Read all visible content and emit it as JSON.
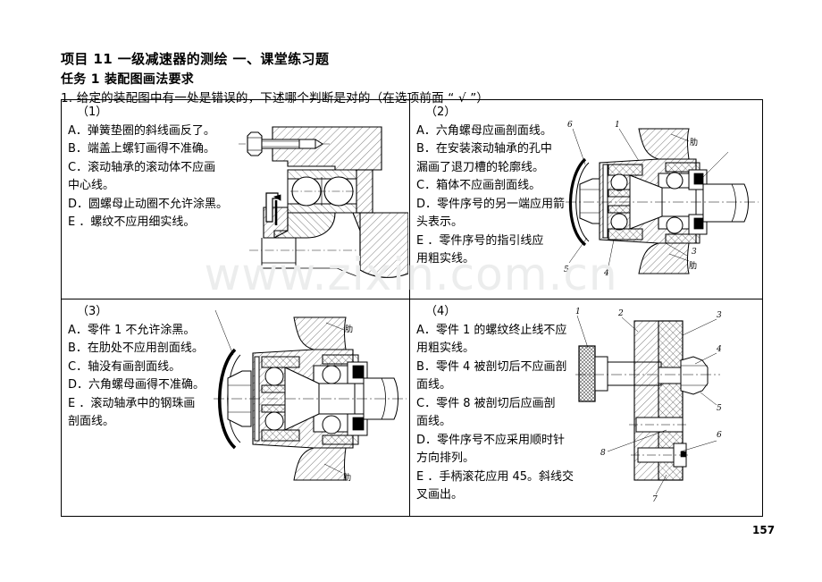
{
  "document": {
    "title_line": "项目 11    一级减速器的测绘    一、课堂练习题",
    "task_line": "任务 1   装配图画法要求",
    "question_line": "1. 给定的装配图中有一处是错误的，下述哪个判断是对的（在选项前面 “ √ ”）",
    "page_number": "157",
    "watermark": "www.zixin.com.cn"
  },
  "questions": [
    {
      "number": "（1）",
      "options": [
        "A．弹簧垫圈的斜线画反了。",
        "B．端盖上螺钉画得不准确。",
        "C．滚动轴承的滚动体不应画",
        "中心线。",
        "D．圆螺母止动圈不允许涂黑。",
        "E ．螺纹不应用细实线。"
      ],
      "drawing_name": "bearing-endcap-section-drawing",
      "drawing_labels": []
    },
    {
      "number": "（2）",
      "options": [
        "A．六角螺母应画剖面线。",
        "B．在安装滚动轴承的孔中",
        "漏画了退刀槽的轮廓线。",
        "C．箱体不应画剖面线。",
        "D．零件序号的另一端应用箭",
        "头表示。",
        "E ．零件序号的指引线应",
        "用粗实线。"
      ],
      "drawing_name": "wheel-hub-section-drawing-2",
      "drawing_labels": [
        "6",
        "1",
        "肋",
        "5",
        "4",
        "3",
        "肋"
      ]
    },
    {
      "number": "（3）",
      "options": [
        "A．零件 1 不允许涂黑。",
        "B．在肋处不应用剖面线。",
        "C．轴没有画剖面线。",
        "D．六角螺母画得不准确。",
        "E ．滚动轴承中的钢珠画",
        "剖面线。"
      ],
      "drawing_name": "wheel-hub-section-drawing-3",
      "drawing_labels": [
        "肋",
        "肋"
      ]
    },
    {
      "number": "（4）",
      "options": [
        "A．零件 1 的螺纹终止线不应",
        "用粗实线。",
        "B．零件 4 被剖切后不应画剖",
        "面线。",
        "C．零件 8 被剖切后应画剖",
        "面线。",
        "D．零件序号不应采用顺时针",
        "方向排列。",
        "E ．手柄滚花应用 45。斜线交",
        "叉画出。"
      ],
      "drawing_name": "knurled-handle-shaft-drawing",
      "drawing_labels": [
        "1",
        "2",
        "3",
        "4",
        "5",
        "6",
        "7",
        "8"
      ]
    }
  ]
}
